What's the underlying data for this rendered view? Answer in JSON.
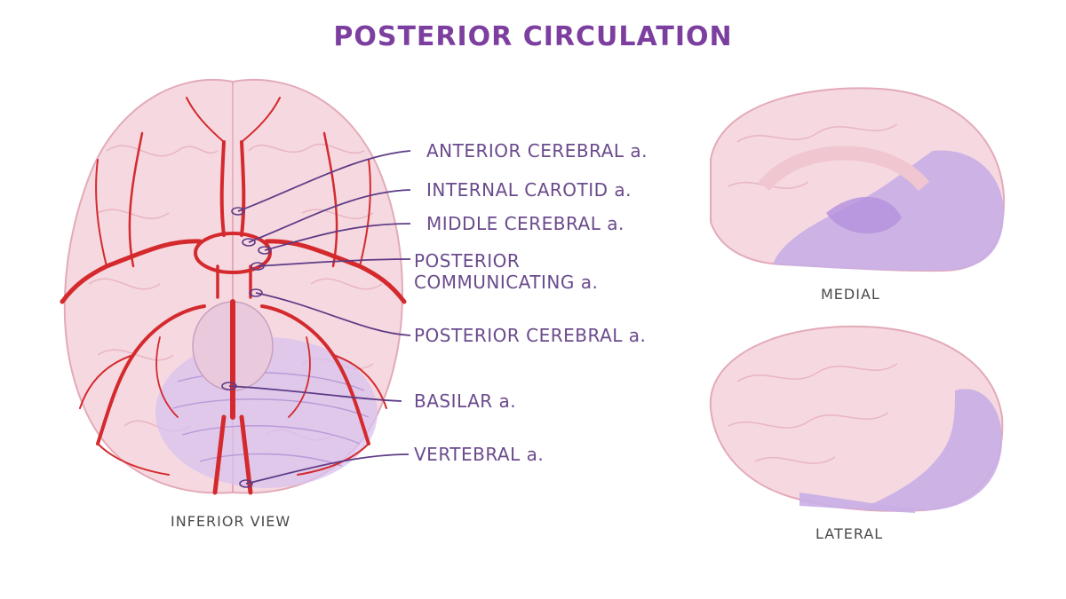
{
  "title": "POSTERIOR CIRCULATION",
  "labels": {
    "anterior_cerebral": "ANTERIOR CEREBRAL a.",
    "internal_carotid": "INTERNAL CAROTID a.",
    "middle_cerebral": "MIDDLE CEREBRAL a.",
    "posterior_communicating_1": "POSTERIOR",
    "posterior_communicating_2": "COMMUNICATING a.",
    "posterior_cerebral": "POSTERIOR CEREBRAL a.",
    "basilar": "BASILAR a.",
    "vertebral": "VERTEBRAL a."
  },
  "captions": {
    "inferior": "INFERIOR VIEW",
    "medial": "MEDIAL",
    "lateral": "LATERAL"
  },
  "colors": {
    "title": "#7d3f9f",
    "brain": "#f6d9e0",
    "brain_outline": "#e3aab8",
    "artery": "#d42a2e",
    "territory": "#c9aee6",
    "leader": "#5e3b86"
  }
}
